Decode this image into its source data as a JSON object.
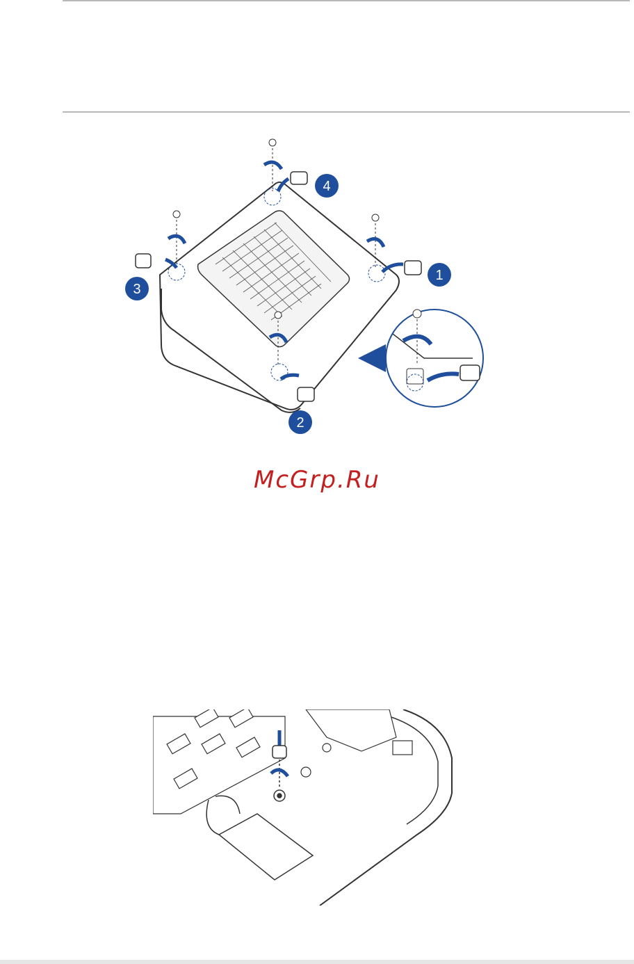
{
  "watermark": {
    "text": "McGrp.Ru"
  },
  "step_badges": [
    {
      "label": "1"
    },
    {
      "label": "2"
    },
    {
      "label": "3"
    },
    {
      "label": "4"
    }
  ],
  "colors": {
    "accent_blue": "#1f4f9c",
    "line": "#333333",
    "rule": "#b9b9b9",
    "watermark": "#c41f1f"
  },
  "icons": [
    "screw-icon",
    "rotate-arrow-icon",
    "rubber-foot-icon",
    "magnifier-callout-icon"
  ]
}
